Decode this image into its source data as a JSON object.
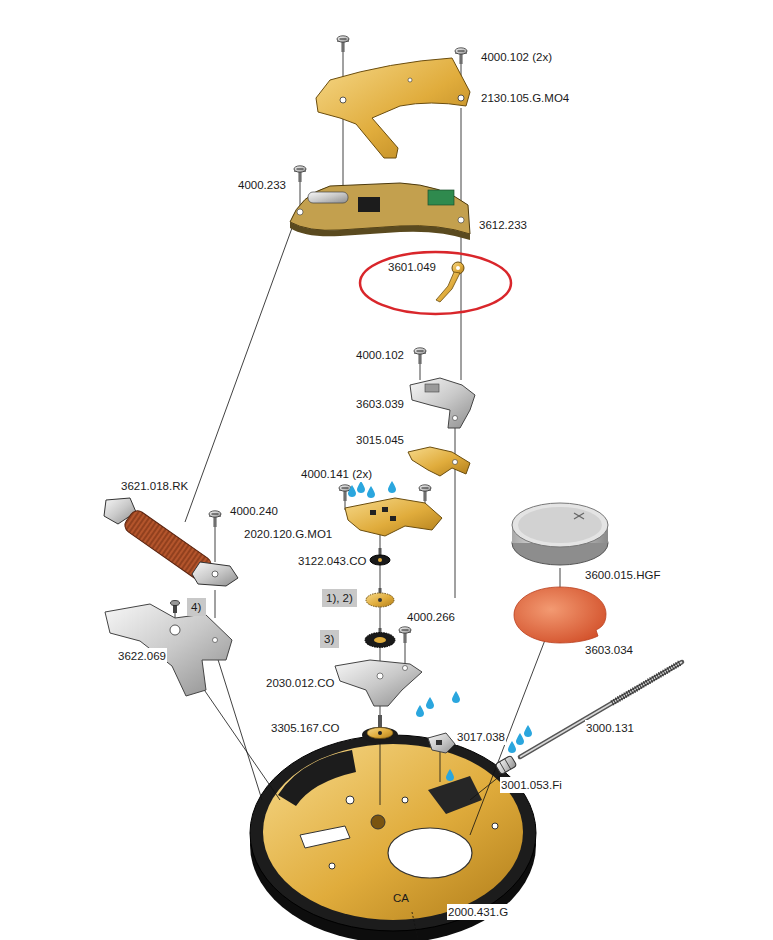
{
  "diagram": {
    "nodes": [
      {
        "text": [
          "3601.049"
        ]
      },
      {
        "text": [
          "1), 2)"
        ]
      },
      {
        "text": [
          "4)"
        ]
      },
      {
        "text": [
          "3)"
        ]
      }
    ],
    "labels": [
      "4000.102 (2x)",
      "2130.105.G.MO4",
      "4000.233",
      "3612.233",
      "4000.102",
      "3603.039",
      "3015.045",
      "4000.141 (2x)",
      "3621.018.RK",
      "4000.240",
      "2020.120.G.MO1",
      "3122.043.CO",
      "4000.266",
      "3600.015.HGF",
      "3603.034",
      "3622.069",
      "2030.012.CO",
      "3305.167.CO",
      "3017.038",
      "3000.131",
      "3001.053.Fi",
      "CA",
      "2000.431.G"
    ]
  }
}
